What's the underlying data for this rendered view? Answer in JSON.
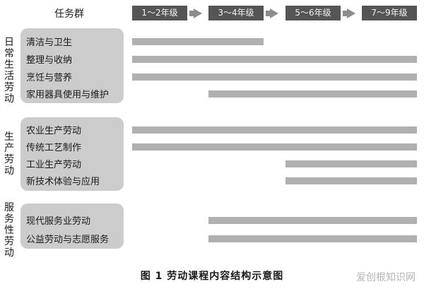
{
  "header": {
    "task_group_label": "任务群"
  },
  "grades": [
    "1～2年级",
    "3～4年级",
    "5～6年级",
    "7～9年级"
  ],
  "groups": [
    {
      "label": "日常生活劳动",
      "tasks": [
        "清洁与卫生",
        "整理与收纳",
        "烹饪与营养",
        "家用器具使用与维护"
      ],
      "spans": [
        [
          1,
          2
        ],
        [
          1,
          4
        ],
        [
          1,
          4
        ],
        [
          2,
          4
        ]
      ]
    },
    {
      "label": "生产劳动",
      "tasks": [
        "农业生产劳动",
        "传统工艺制作",
        "工业生产劳动",
        "新技术体验与应用"
      ],
      "spans": [
        [
          1,
          4
        ],
        [
          1,
          4
        ],
        [
          3,
          4
        ],
        [
          3,
          4
        ]
      ]
    },
    {
      "label": "服务性劳动",
      "tasks": [
        "现代服务业劳动",
        "公益劳动与志愿服务"
      ],
      "spans": [
        [
          2,
          4
        ],
        [
          2,
          4
        ]
      ]
    }
  ],
  "caption": "图 1   劳动课程内容结构示意图",
  "watermark": "爱创根知识网"
}
